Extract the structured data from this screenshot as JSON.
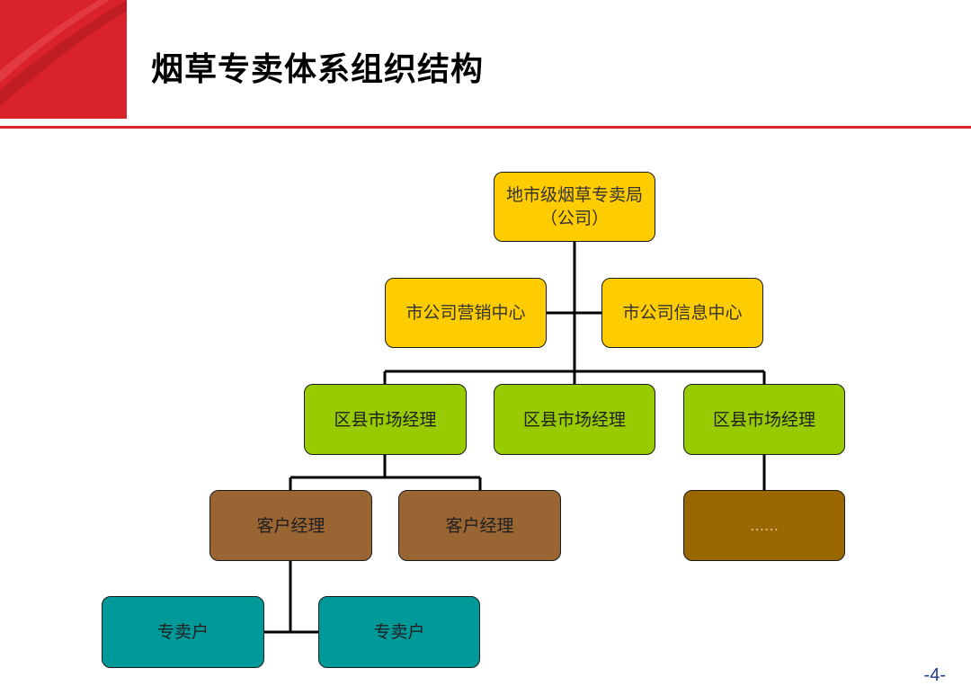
{
  "slide": {
    "title": "烟草专卖体系组织结构",
    "page_number": "-4-"
  },
  "org_chart": {
    "root": "地市级烟草专卖局\n（公司）",
    "centers": [
      "市公司营销中心",
      "市公司信息中心"
    ],
    "district_managers": [
      "区县市场经理",
      "区县市场经理",
      "区县市场经理"
    ],
    "customer_managers": [
      "客户经理",
      "客户经理"
    ],
    "more": "……",
    "retailers": [
      "专卖户",
      "专卖户"
    ]
  },
  "colors": {
    "brand_red": "#d9222a",
    "root_and_centers": "#ffcc00",
    "district_managers": "#99cc00",
    "customer_managers": "#996633",
    "more": "#996600",
    "retailers": "#009999"
  }
}
